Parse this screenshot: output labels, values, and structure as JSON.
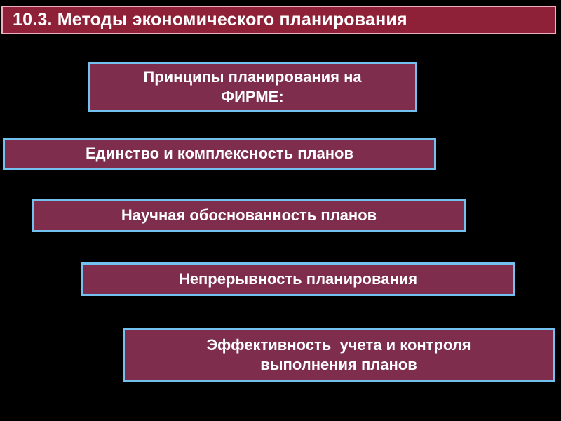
{
  "title": {
    "text": "10.3. Методы экономического планирования"
  },
  "header_box": {
    "lines": [
      "Принципы планирования на",
      "ФИРМЕ:"
    ]
  },
  "boxes": [
    {
      "id": "unity",
      "lines": [
        "Единство и комплексность планов"
      ]
    },
    {
      "id": "science",
      "lines": [
        "Научная обоснованность планов"
      ]
    },
    {
      "id": "continuity",
      "lines": [
        "Непрерывность планирования"
      ]
    },
    {
      "id": "efficiency",
      "lines": [
        "Эффективность  учета и контроля",
        "выполнения планов"
      ]
    }
  ],
  "colors": {
    "box_background": "#7e2d4c",
    "box_border": "#72c1ee",
    "title_background": "#8e2138",
    "title_border": "#efaec0",
    "background_top": "#cfeaea",
    "background_bottom": "#0e1713",
    "text": "#ffffff"
  }
}
